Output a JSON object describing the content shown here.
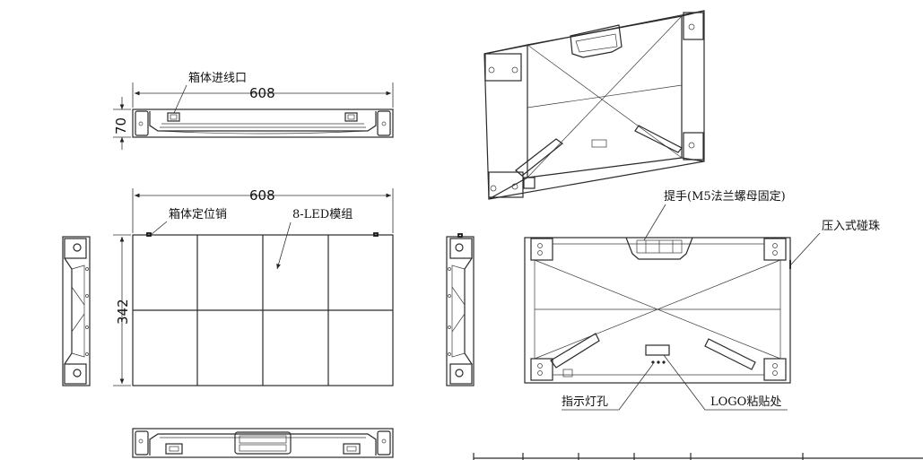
{
  "labels": {
    "cable_inlet": "箱体进线口",
    "locating_pin": "箱体定位销",
    "led_modules": "8-LED模组",
    "handle": "提手(M5法兰螺母固定)",
    "press_bead": "压入式碰珠",
    "indicator_hole": "指示灯孔",
    "logo_area": "LOGO粘贴处"
  },
  "dimensions": {
    "width_top": "608",
    "width_front": "608",
    "depth": "70",
    "height": "342"
  },
  "colors": {
    "line": "#2a2a2a",
    "background": "#ffffff"
  }
}
